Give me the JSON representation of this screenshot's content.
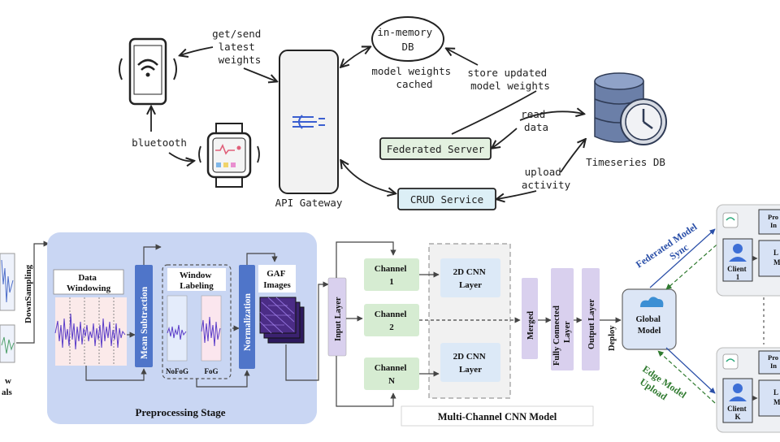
{
  "top": {
    "phone_label": "get/send\nlatest\nweights",
    "bluetooth": "bluetooth",
    "api_gateway": "API Gateway",
    "inmemory_db": "in-memory\nDB",
    "model_weights_cached": "model weights\ncached",
    "store_updated": "store updated\nmodel weights",
    "read_data": "read\ndata",
    "federated_server": "Federated Server",
    "crud_service": "CRUD Service",
    "upload_activity": "upload\nactivity",
    "timeseries_db": "Timeseries DB"
  },
  "bottom": {
    "downsampling": "DownSampling",
    "raw_signals_partial": "w\nals",
    "data_windowing": "Data\nWindowing",
    "mean_subtraction": "Mean Subtraction",
    "window_labeling": "Window\nLabeling",
    "nofog": "NoFoG",
    "fog": "FoG",
    "normalization": "Normalization",
    "gaf_images": "GAF\nImages",
    "preprocessing_stage": "Preprocessing Stage",
    "input_layer": "Input Layer",
    "channel_1": "Channel\n1",
    "channel_2": "Channel\n2",
    "channel_n": "Channel\nN",
    "cnn_layer_1": "2D CNN\nLayer",
    "cnn_layer_2": "2D CNN\nLayer",
    "merged": "Merged",
    "fully_connected": "Fully Connected\nLayer",
    "output_layer": "Output Layer",
    "multichannel_title": "Multi-Channel CNN Model",
    "deploy": "Deploy",
    "global_model": "Global\nModel",
    "federated_sync": "Federated Model\nSync",
    "edge_upload": "Edge  Model\nUpload",
    "client_1": "Client\n1",
    "client_k": "Client\nK",
    "proc_partial_1": "Pro\nIn",
    "proc_partial_2": "Pro\nIn",
    "lm_partial_1": "L\nM",
    "lm_partial_2": "L\nM"
  },
  "colors": {
    "preproc_bg": "#c9d6f3",
    "vertical_bar": "#4f75c9",
    "channel_green": "#d6ecd2",
    "layer_purple": "#d9d0ee",
    "fed_blue": "#2a4fa8",
    "edge_green": "#2f7a2f"
  }
}
